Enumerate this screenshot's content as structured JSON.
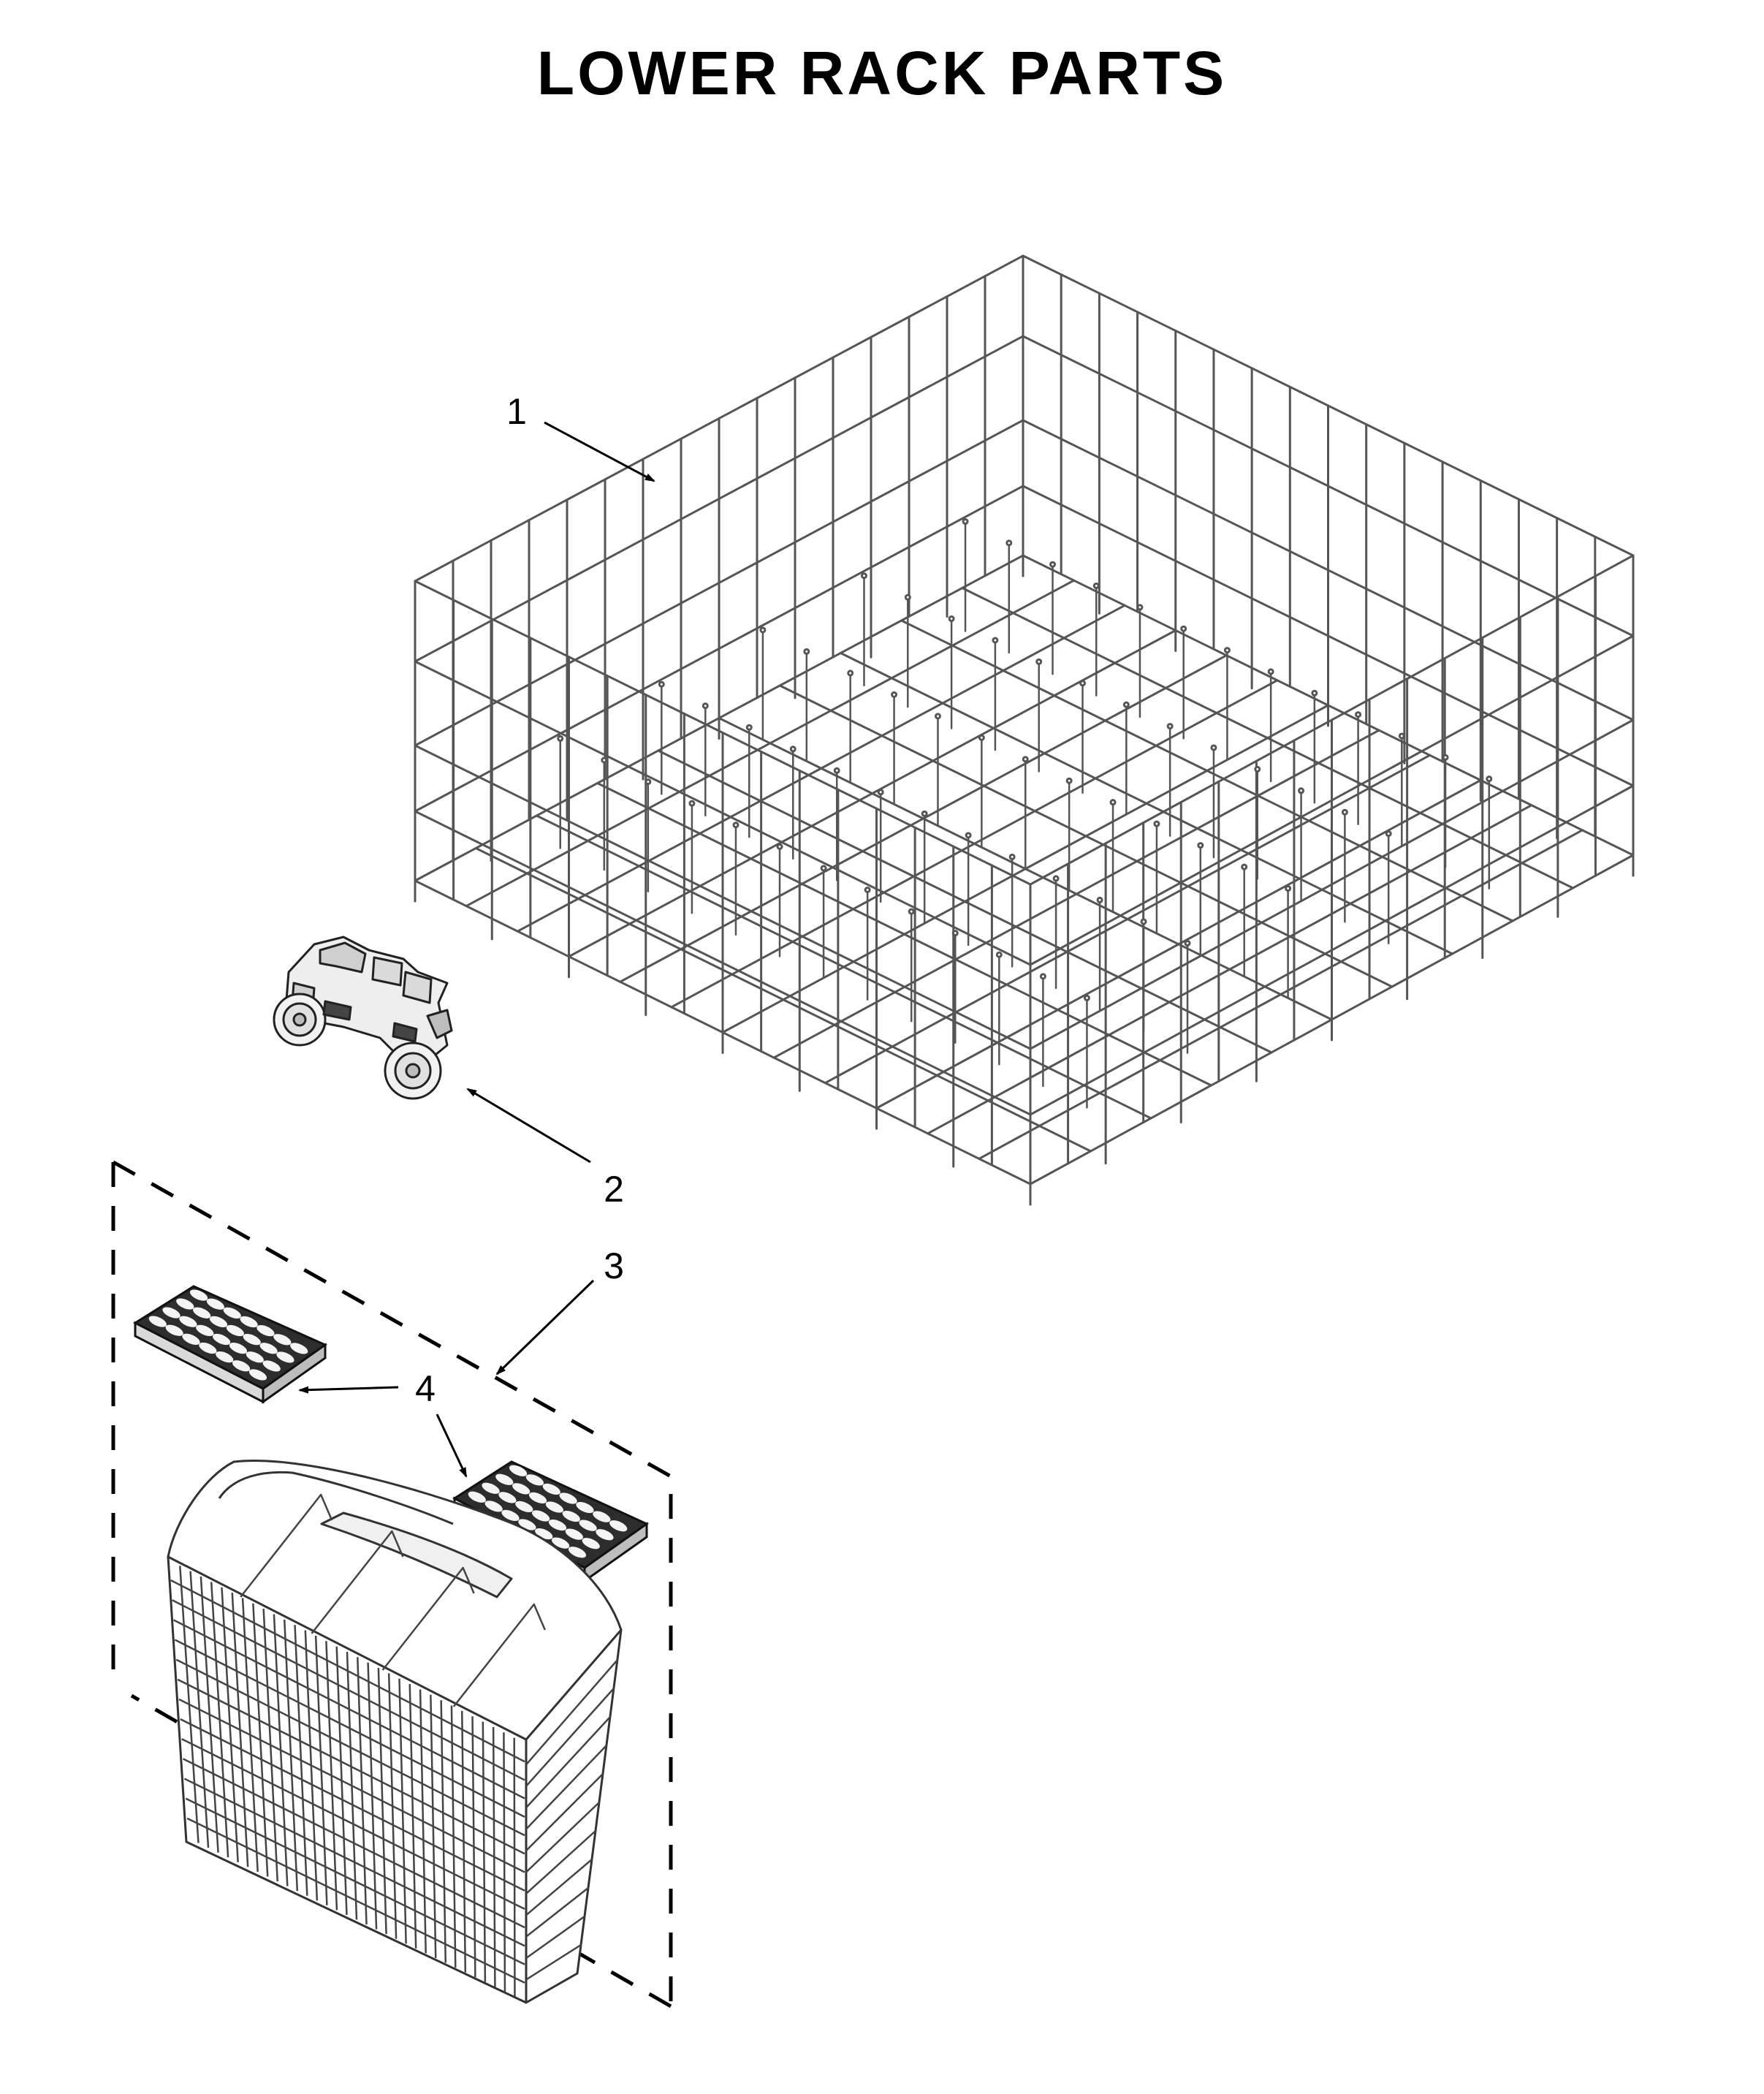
{
  "title": "LOWER RACK PARTS",
  "colors": {
    "ink": "#000000",
    "wire": "#555555",
    "background": "#ffffff"
  },
  "callouts": [
    {
      "id": "1",
      "label": "1",
      "part": "lower-rack"
    },
    {
      "id": "2",
      "label": "2",
      "part": "rack-wheel-assembly"
    },
    {
      "id": "3",
      "label": "3",
      "part": "silverware-basket-kit"
    },
    {
      "id": "4",
      "label": "4",
      "part": "basket-lid"
    }
  ]
}
